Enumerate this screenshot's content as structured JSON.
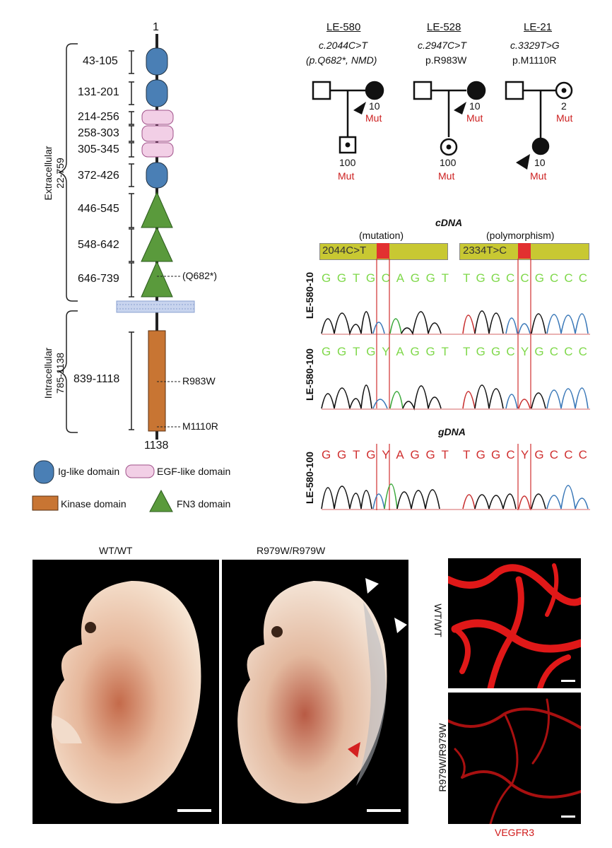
{
  "protein": {
    "n_term": "1",
    "c_term": "1138",
    "extracellular_label": "Extracellular",
    "extracellular_range": "22-759",
    "intracellular_label": "Intracellular",
    "intracellular_range": "785-1138",
    "domains": [
      "43-105",
      "131-201",
      "214-256",
      "258-303",
      "305-345",
      "372-426",
      "446-545",
      "548-642",
      "646-739"
    ],
    "kinase_range": "839-1118",
    "annotations": [
      "(Q682*)",
      "R983W",
      "M1110R"
    ],
    "legend": {
      "ig": "Ig-like domain",
      "egf": "EGF-like domain",
      "kinase": "Kinase domain",
      "fn3": "FN3 domain"
    }
  },
  "pedigrees": [
    {
      "id": "LE-580",
      "variant": "c.2044C>T",
      "protein": "(p.Q682*, NMD)",
      "mother_num": "10",
      "mother_mut": "Mut",
      "child_num": "100",
      "child_mut": "Mut"
    },
    {
      "id": "LE-528",
      "variant": "c.2947C>T",
      "protein": "p.R983W",
      "mother_num": "10",
      "mother_mut": "Mut",
      "child_num": "100",
      "child_mut": "Mut"
    },
    {
      "id": "LE-21",
      "variant": "c.3329T>G",
      "protein": "p.M1110R",
      "mother_num": "2",
      "mother_mut": "Mut",
      "child_num": "10",
      "child_mut": "Mut"
    }
  ],
  "sequencing": {
    "cdna_label": "cDNA",
    "gdna_label": "gDNA",
    "mutation_label": "(mutation)",
    "polymorphism_label": "(polymorphism)",
    "mutation_site": "2044C>T",
    "polymorphism_site": "2334T>C",
    "rows": [
      {
        "label": "LE-580-10",
        "left": [
          "G",
          "G",
          "T",
          "G",
          "C",
          "A",
          "G",
          "G",
          "T"
        ],
        "right": [
          "T",
          "G",
          "G",
          "C",
          "C",
          "G",
          "C",
          "C",
          "C"
        ]
      },
      {
        "label": "LE-580-100",
        "left": [
          "G",
          "G",
          "T",
          "G",
          "Y",
          "A",
          "G",
          "G",
          "T"
        ],
        "right": [
          "T",
          "G",
          "G",
          "C",
          "Y",
          "G",
          "C",
          "C",
          "C"
        ]
      },
      {
        "label": "LE-580-100",
        "left": [
          "G",
          "G",
          "T",
          "G",
          "Y",
          "A",
          "G",
          "G",
          "T"
        ],
        "right": [
          "T",
          "G",
          "G",
          "C",
          "Y",
          "G",
          "C",
          "C",
          "C"
        ]
      }
    ]
  },
  "embryos": {
    "left_label": "WT/WT",
    "right_label": "R979W/R979W"
  },
  "vessels": {
    "top_label": "WT/WT",
    "bottom_label": "R979W/R979W",
    "stain_label": "VEGFR3"
  },
  "colors": {
    "ig": "#4a7fb5",
    "egf": "#f2cfe6",
    "fn3": "#5a9a3c",
    "kinase": "#c87533",
    "mutation_red": "#cc1f1f",
    "seq_bar": "#c8c832"
  }
}
